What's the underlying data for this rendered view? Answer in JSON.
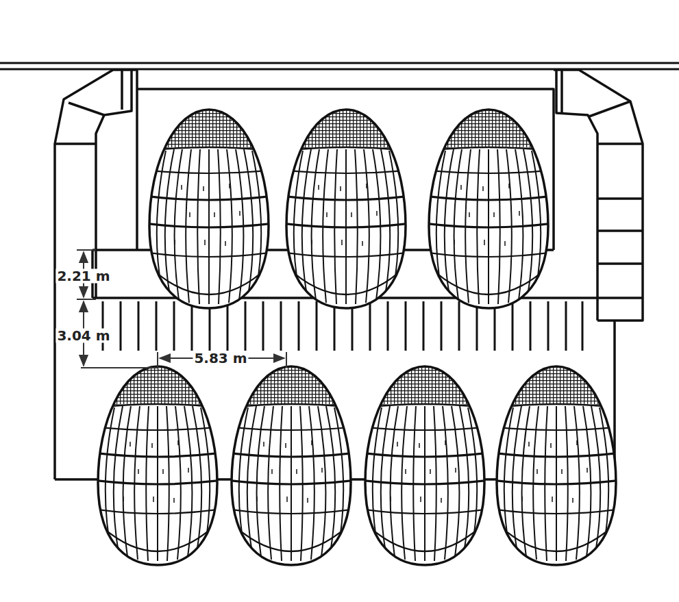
{
  "diagram": {
    "labels": [
      "2.21 m",
      "3.04 m",
      "5.83 m"
    ]
  }
}
